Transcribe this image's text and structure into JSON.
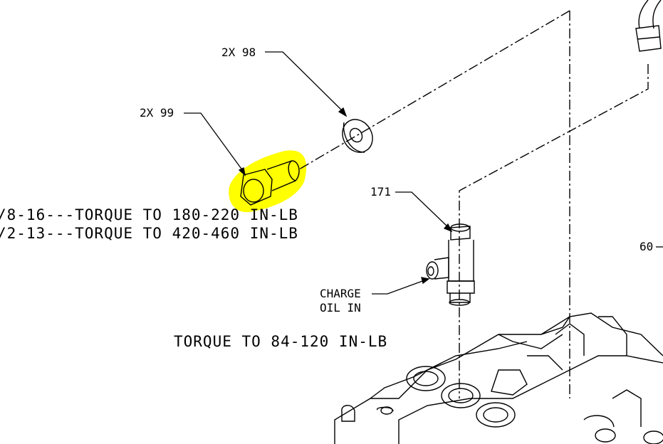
{
  "callouts": {
    "washer": "2X 98",
    "bolt": "2X 99",
    "fitting": "171",
    "right_partial": "60",
    "charge_line1": "CHARGE",
    "charge_line2": "OIL IN"
  },
  "torque_notes": {
    "line1": "/8-16---TORQUE TO 180-220 IN-LB",
    "line2": "/2-13---TORQUE TO 420-460 IN-LB",
    "line3": "TORQUE TO 84-120 IN-LB"
  },
  "highlight_color": "#ffff00"
}
